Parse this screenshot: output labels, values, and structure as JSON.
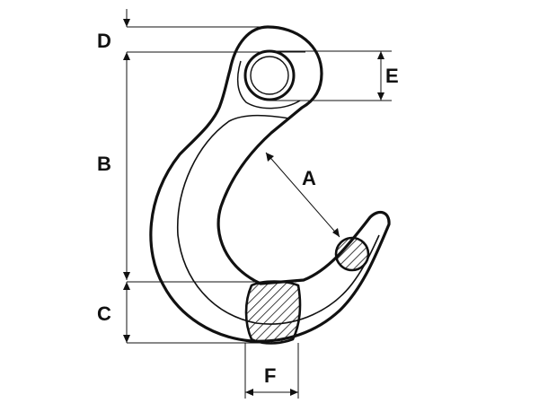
{
  "diagram": {
    "labels": {
      "A": "A",
      "B": "B",
      "C": "C",
      "D": "D",
      "E": "E",
      "F": "F"
    },
    "colors": {
      "ink": "#111111",
      "background": "#ffffff"
    }
  }
}
